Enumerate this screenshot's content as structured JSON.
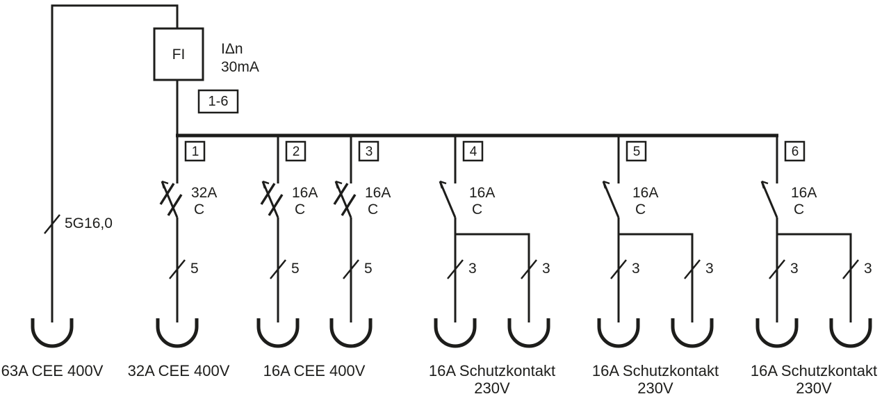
{
  "diagram": {
    "colors": {
      "line": "#1d1d1b",
      "text": "#1d1d1b",
      "background": "#ffffff"
    },
    "incoming": {
      "cable_label": "5G16,0"
    },
    "rcd": {
      "label": "FI",
      "trip_current_label": "IΔn",
      "trip_current_value": "30mA",
      "group_range_label": "1-6"
    },
    "branches": [
      {
        "number": "1",
        "rating": "32A",
        "curve": "C",
        "cables": [
          "5"
        ],
        "outlets": 1
      },
      {
        "number": "2",
        "rating": "16A",
        "curve": "C",
        "cables": [
          "5"
        ],
        "outlets": 1
      },
      {
        "number": "3",
        "rating": "16A",
        "curve": "C",
        "cables": [
          "5"
        ],
        "outlets": 1
      },
      {
        "number": "4",
        "rating": "16A",
        "curve": "C",
        "cables": [
          "3",
          "3"
        ],
        "outlets": 2
      },
      {
        "number": "5",
        "rating": "16A",
        "curve": "C",
        "cables": [
          "3",
          "3"
        ],
        "outlets": 2
      },
      {
        "number": "6",
        "rating": "16A",
        "curve": "C",
        "cables": [
          "3",
          "3"
        ],
        "outlets": 2
      }
    ],
    "outlet_labels": [
      {
        "line1": "63A CEE 400V",
        "line2": ""
      },
      {
        "line1": "32A CEE 400V",
        "line2": ""
      },
      {
        "line1": "16A CEE 400V",
        "line2": ""
      },
      {
        "line1": "16A Schutzkontakt",
        "line2": "230V"
      },
      {
        "line1": "16A Schutzkontakt",
        "line2": "230V"
      },
      {
        "line1": "16A Schutzkontakt",
        "line2": "230V"
      }
    ]
  }
}
